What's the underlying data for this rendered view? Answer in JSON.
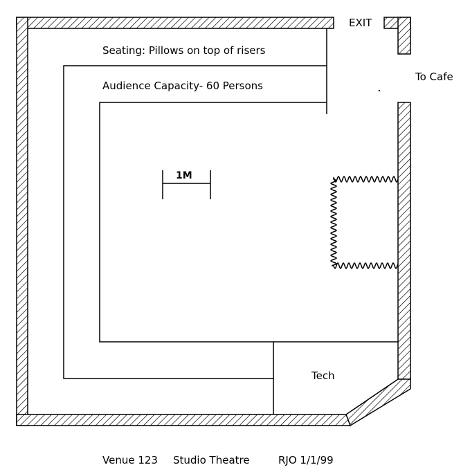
{
  "labels": {
    "exit": "EXIT",
    "seating": "Seating: Pillows on top of risers",
    "capacity": "Audience Capacity- 60 Persons",
    "to_cafe": "To Cafe",
    "scale": "1M",
    "tech": "Tech"
  },
  "footer": {
    "venue": "Venue 123",
    "name": "Studio Theatre",
    "author_date": "RJO 1/1/99"
  },
  "colors": {
    "ink": "#000000",
    "background": "#ffffff"
  }
}
